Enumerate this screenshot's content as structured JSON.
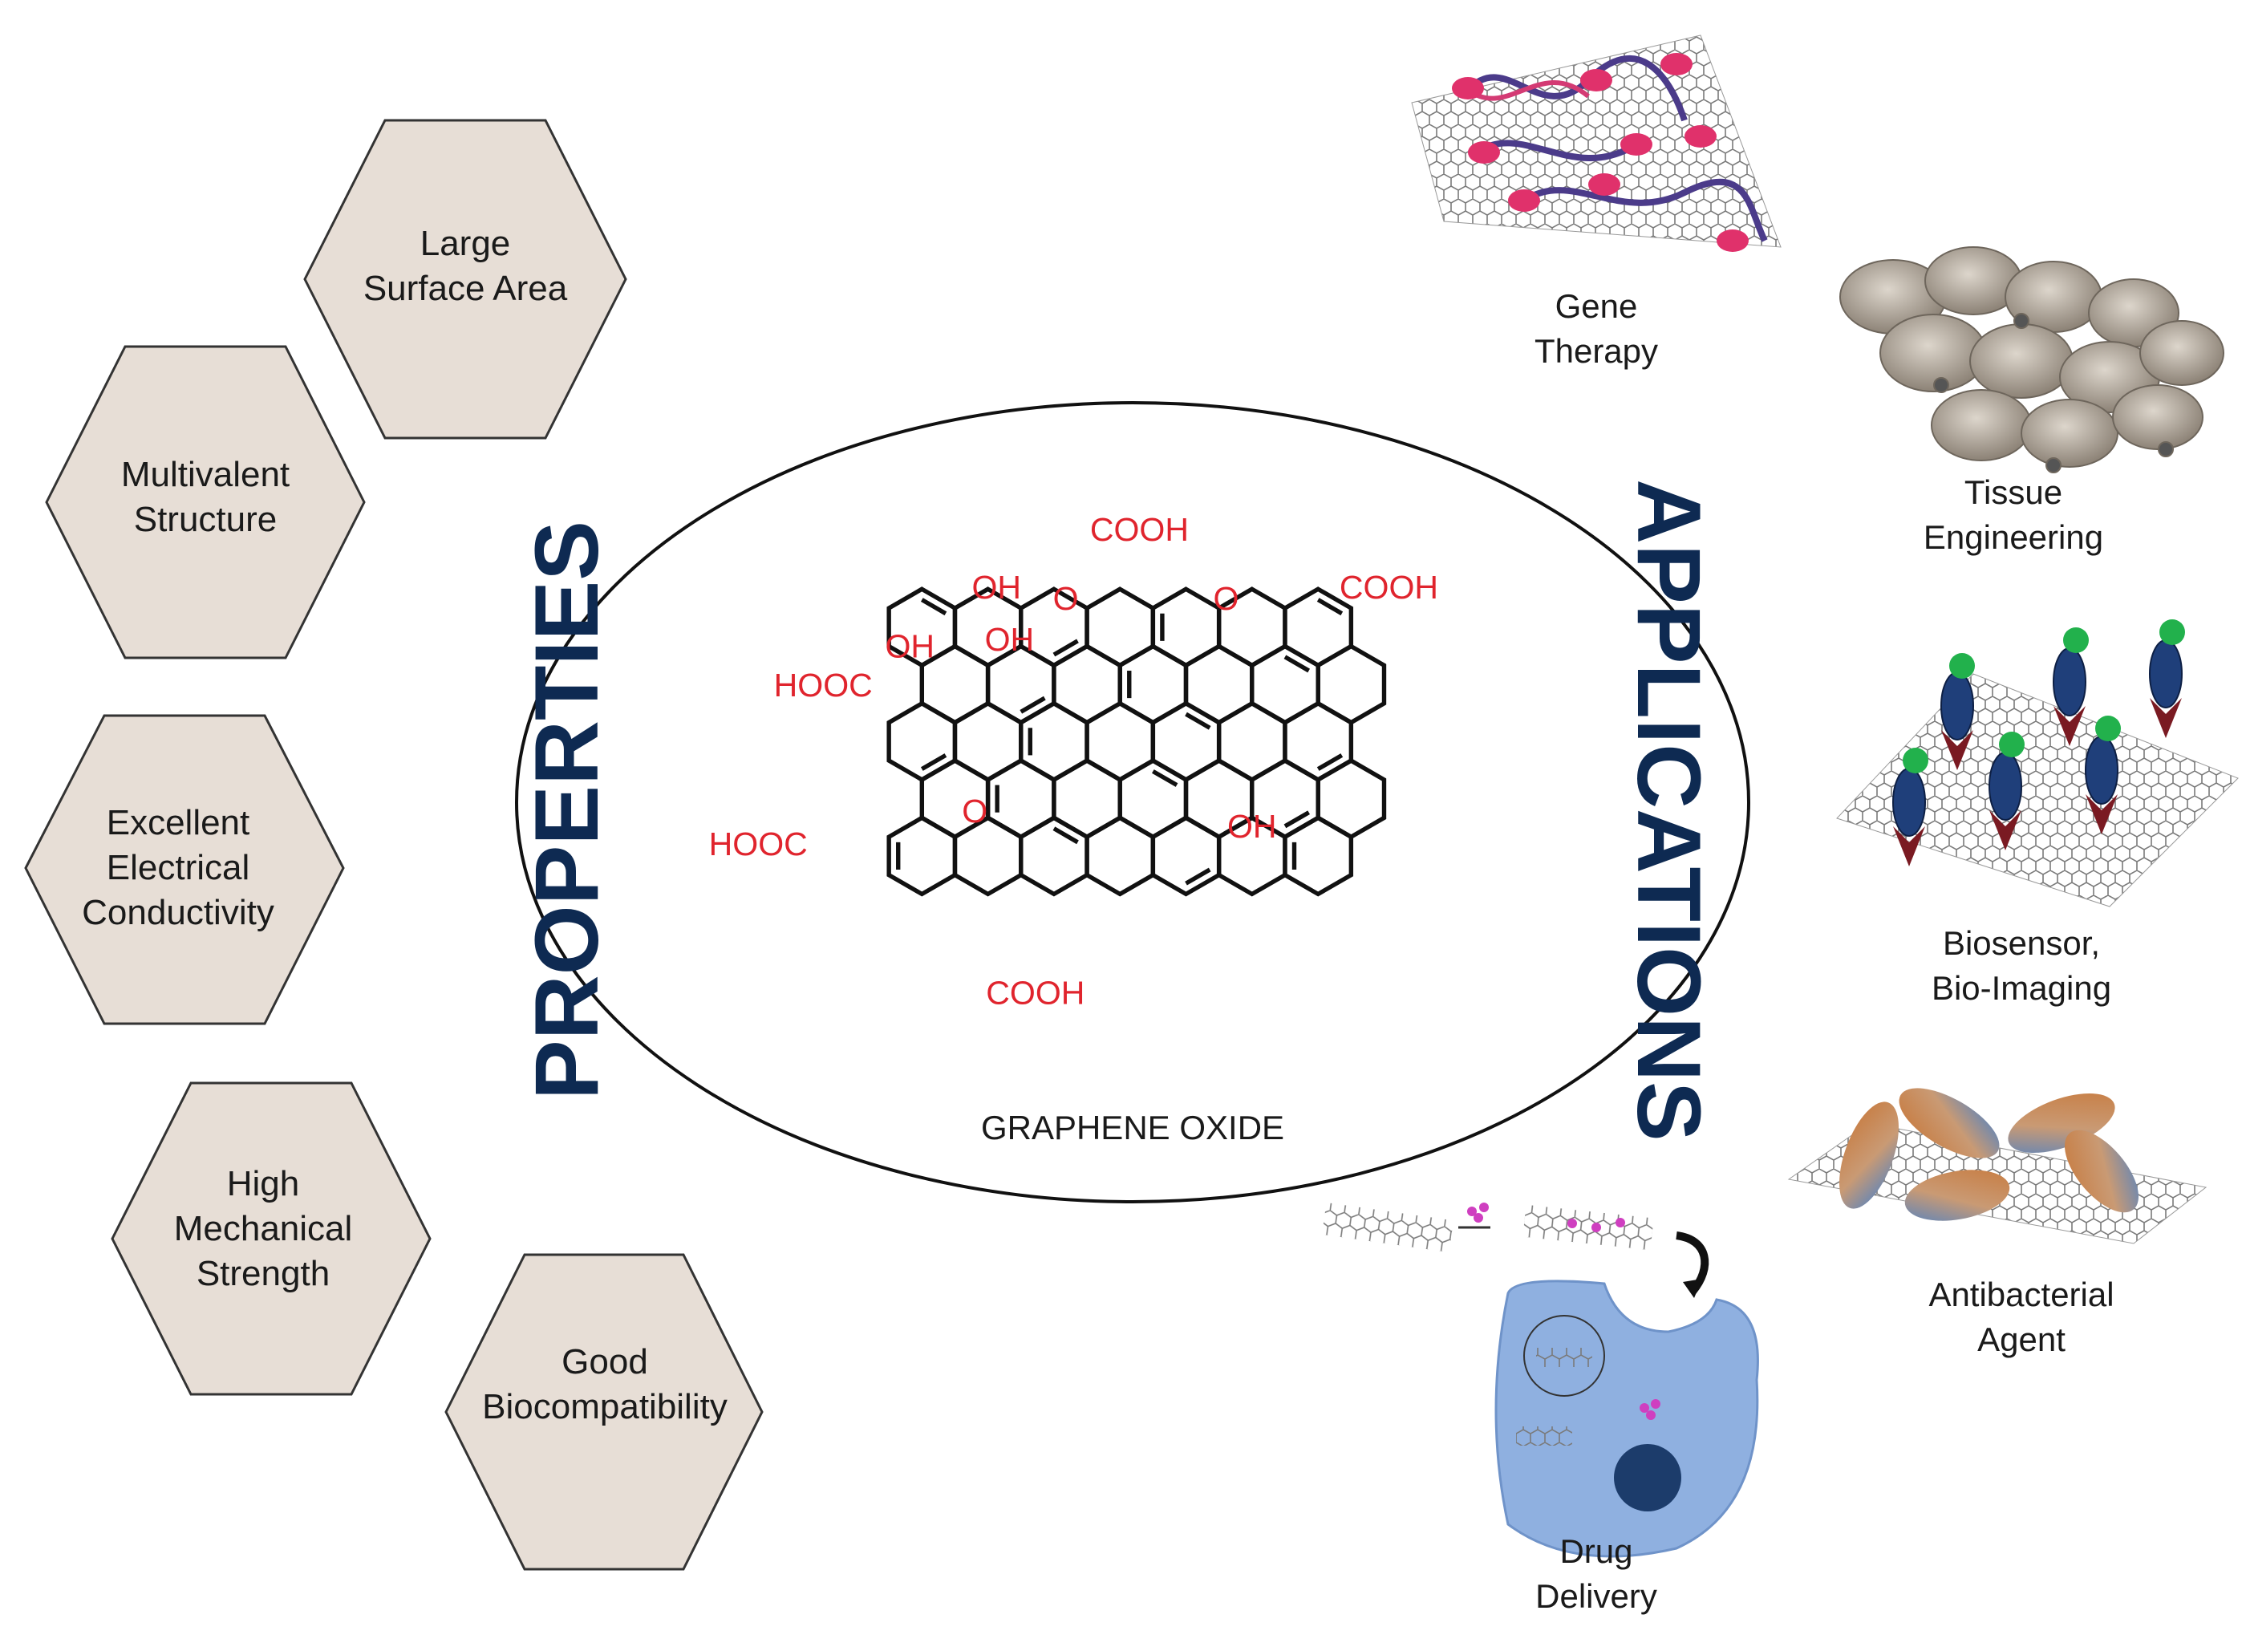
{
  "center": {
    "caption": "GRAPHENE OXIDE",
    "functional_groups": [
      "COOH",
      "COOH",
      "HOOC",
      "HOOC",
      "COOH",
      "OH",
      "OH",
      "OH",
      "OH",
      "O",
      "O",
      "O"
    ]
  },
  "arc_labels": {
    "left": "PROPERTIES",
    "right": "APPLICATIONS"
  },
  "properties": [
    {
      "lines": [
        "Large",
        "Surface Area"
      ]
    },
    {
      "lines": [
        "Multivalent",
        "Structure"
      ]
    },
    {
      "lines": [
        "Excellent",
        "Electrical",
        "Conductivity"
      ]
    },
    {
      "lines": [
        "High",
        "Mechanical",
        "Strength"
      ]
    },
    {
      "lines": [
        "Good",
        "Biocompatibility"
      ]
    }
  ],
  "applications": [
    {
      "lines": [
        "Gene",
        "Therapy"
      ],
      "icon": "dna-on-graphene-icon"
    },
    {
      "lines": [
        "Tissue",
        "Engineering"
      ],
      "icon": "cell-cluster-icon"
    },
    {
      "lines": [
        "Biosensor,",
        "Bio-Imaging"
      ],
      "icon": "probe-on-graphene-icon"
    },
    {
      "lines": [
        "Antibacterial",
        "Agent"
      ],
      "icon": "bacteria-on-graphene-icon"
    },
    {
      "lines": [
        "Drug",
        "Delivery"
      ],
      "icon": "cell-uptake-icon"
    }
  ],
  "colors": {
    "hexagon_fill": "#e7ded6",
    "arc_text": "#0e2a52",
    "functional_group": "#e0242d",
    "cell": "#8fb0e0"
  }
}
